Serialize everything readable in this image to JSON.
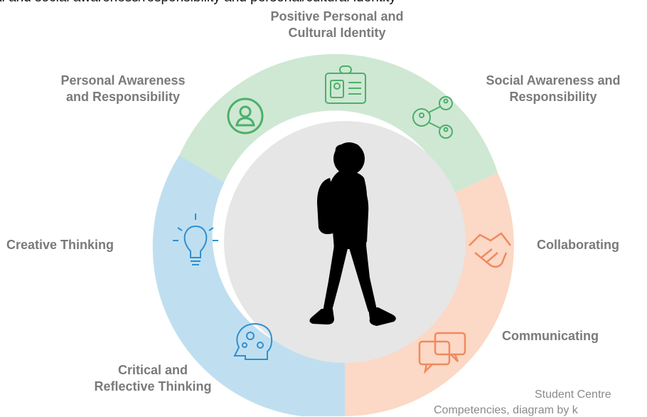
{
  "header": {
    "top_text": "al and social awareness/responsibility and personal/cultural identity"
  },
  "segments": [
    {
      "label_line1": "Positive Personal and",
      "label_line2": "Cultural Identity",
      "color": "#cfe8d3",
      "icon": "id-badge-icon"
    },
    {
      "label_line1": "Personal Awareness",
      "label_line2": "and Responsibility",
      "color": "#cfe8d3",
      "icon": "person-icon"
    },
    {
      "label_line1": "Social Awareness and",
      "label_line2": "Responsibility",
      "color": "#cfe8d3",
      "icon": "people-network-icon"
    },
    {
      "label_line1": "Creative Thinking",
      "color": "#bfdff0",
      "icon": "lightbulb-icon"
    },
    {
      "label_line1": "Critical and",
      "label_line2": "Reflective Thinking",
      "color": "#bfdff0",
      "icon": "head-gears-icon"
    },
    {
      "label_line1": "Collaborating",
      "color": "#fcd8c6",
      "icon": "handshake-icon"
    },
    {
      "label_line1": "Communicating",
      "color": "#fcd8c6",
      "icon": "speech-bubbles-icon"
    }
  ],
  "center": {
    "figure": "walking-student-silhouette",
    "fill": "#e6e6e6"
  },
  "credit": {
    "line1": "Student Centre",
    "line2": "Competencies, diagram by k"
  },
  "colors": {
    "green": "#cfe8d3",
    "blue": "#bfdff0",
    "peach": "#fcd8c6",
    "green_icon": "#4caf6a",
    "blue_icon": "#2f8fd0",
    "peach_icon": "#f08a5d"
  }
}
